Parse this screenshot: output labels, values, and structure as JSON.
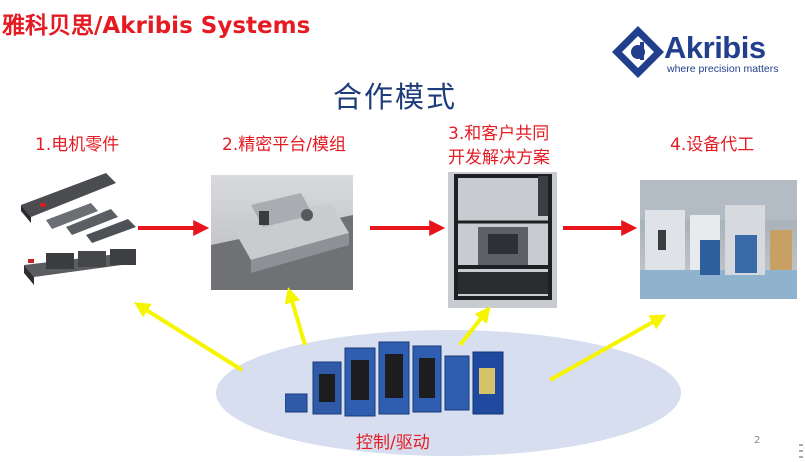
{
  "header": {
    "company_title": "雅科贝思/Akribis Systems",
    "logo_name": "Akribis",
    "logo_tagline": "where precision matters"
  },
  "page_heading": "合作模式",
  "steps": [
    {
      "label": "1.电机零件"
    },
    {
      "label": "2.精密平台/模组"
    },
    {
      "line1": "3.和客户共同",
      "line2": "开发解决方案"
    },
    {
      "label": "4.设备代工"
    }
  ],
  "control_label": "控制/驱动",
  "page_number": "2",
  "colors": {
    "accent_red": "#e41b23",
    "heading_blue": "#1f3c7a",
    "logo_blue": "#213f8c",
    "arrow_red": "#e8141c",
    "arrow_yellow": "#f5f500",
    "ellipse_fill": "#d7deef"
  }
}
